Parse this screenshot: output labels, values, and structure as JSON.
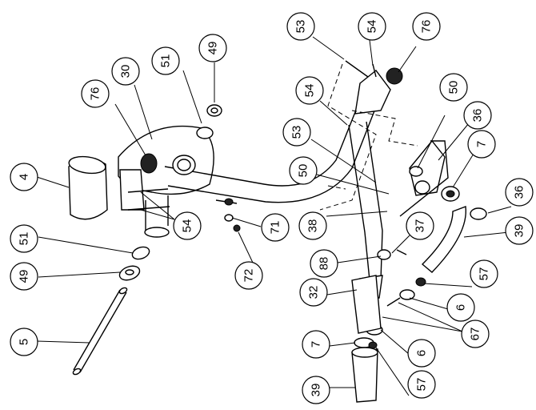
{
  "diagram": {
    "callouts": [
      {
        "id": "c-53-top",
        "label": "53"
      },
      {
        "id": "c-54-top",
        "label": "54"
      },
      {
        "id": "c-76-top",
        "label": "76"
      },
      {
        "id": "c-54-mid",
        "label": "54"
      },
      {
        "id": "c-50-right",
        "label": "50"
      },
      {
        "id": "c-36-top",
        "label": "36"
      },
      {
        "id": "c-7-right",
        "label": "7"
      },
      {
        "id": "c-36-right",
        "label": "36"
      },
      {
        "id": "c-53-mid",
        "label": "53"
      },
      {
        "id": "c-50-mid",
        "label": "50"
      },
      {
        "id": "c-38",
        "label": "38"
      },
      {
        "id": "c-37",
        "label": "37"
      },
      {
        "id": "c-39-right",
        "label": "39"
      },
      {
        "id": "c-88",
        "label": "88"
      },
      {
        "id": "c-57-right",
        "label": "57"
      },
      {
        "id": "c-32",
        "label": "32"
      },
      {
        "id": "c-6-right",
        "label": "6"
      },
      {
        "id": "c-67",
        "label": "67"
      },
      {
        "id": "c-7-bottom",
        "label": "7"
      },
      {
        "id": "c-6-bottom",
        "label": "6"
      },
      {
        "id": "c-39-bottom",
        "label": "39"
      },
      {
        "id": "c-57-bottom",
        "label": "57"
      },
      {
        "id": "c-76-left",
        "label": "76"
      },
      {
        "id": "c-30",
        "label": "30"
      },
      {
        "id": "c-51-top",
        "label": "51"
      },
      {
        "id": "c-49-top",
        "label": "49"
      },
      {
        "id": "c-4",
        "label": "4"
      },
      {
        "id": "c-54-left",
        "label": "54"
      },
      {
        "id": "c-71",
        "label": "71"
      },
      {
        "id": "c-72",
        "label": "72"
      },
      {
        "id": "c-51-left",
        "label": "51"
      },
      {
        "id": "c-49-left",
        "label": "49"
      },
      {
        "id": "c-5",
        "label": "5"
      }
    ]
  }
}
